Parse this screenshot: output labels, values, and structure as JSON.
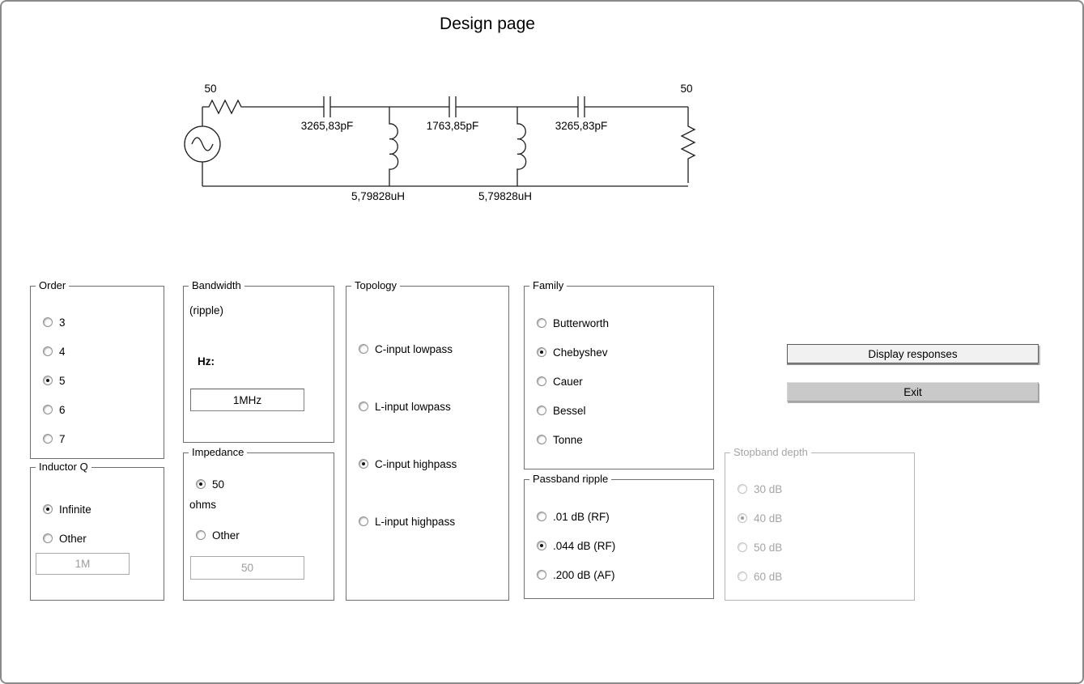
{
  "window": {
    "title": "Design page"
  },
  "schematic": {
    "source_impedance": "50",
    "load_impedance": "50",
    "cap1_value": "3265,83pF",
    "cap2_value": "1763,85pF",
    "cap3_value": "3265,83pF",
    "ind1_value": "5,79828uH",
    "ind2_value": "5,79828uH"
  },
  "groups": {
    "order": {
      "label": "Order",
      "options": [
        {
          "label": "3",
          "selected": false
        },
        {
          "label": "4",
          "selected": false
        },
        {
          "label": "5",
          "selected": true
        },
        {
          "label": "6",
          "selected": false
        },
        {
          "label": "7",
          "selected": false
        }
      ]
    },
    "inductor_q": {
      "label": "Inductor Q",
      "options": [
        {
          "label": "Infinite",
          "selected": true
        },
        {
          "label": "Other",
          "selected": false
        }
      ],
      "other_field_value": "1M"
    },
    "bandwidth": {
      "label": "Bandwidth",
      "ripple_note": "(ripple)",
      "hz_label": "Hz:",
      "field_value": "1MHz"
    },
    "impedance": {
      "label": "Impedance",
      "options": [
        {
          "label": "50",
          "selected": true
        },
        {
          "label": "Other",
          "selected": false
        }
      ],
      "ohms_note": "ohms",
      "other_field_value": "50"
    },
    "topology": {
      "label": "Topology",
      "options": [
        {
          "label": "C-input lowpass",
          "selected": false
        },
        {
          "label": "L-input lowpass",
          "selected": false
        },
        {
          "label": "C-input highpass",
          "selected": true
        },
        {
          "label": "L-input highpass",
          "selected": false
        }
      ]
    },
    "family": {
      "label": "Family",
      "options": [
        {
          "label": "Butterworth",
          "selected": false
        },
        {
          "label": "Chebyshev",
          "selected": true
        },
        {
          "label": "Cauer",
          "selected": false
        },
        {
          "label": "Bessel",
          "selected": false
        },
        {
          "label": "Tonne",
          "selected": false
        }
      ]
    },
    "passband_ripple": {
      "label": "Passband ripple",
      "options": [
        {
          "label": ".01 dB (RF)",
          "selected": false
        },
        {
          "label": ".044 dB (RF)",
          "selected": true
        },
        {
          "label": ".200 dB (AF)",
          "selected": false
        }
      ]
    },
    "stopband_depth": {
      "label": "Stopband depth",
      "disabled": true,
      "options": [
        {
          "label": "30 dB",
          "selected": false
        },
        {
          "label": "40 dB",
          "selected": true
        },
        {
          "label": "50 dB",
          "selected": false
        },
        {
          "label": "60 dB",
          "selected": false
        }
      ]
    }
  },
  "buttons": {
    "display_responses": "Display responses",
    "exit": "Exit"
  }
}
